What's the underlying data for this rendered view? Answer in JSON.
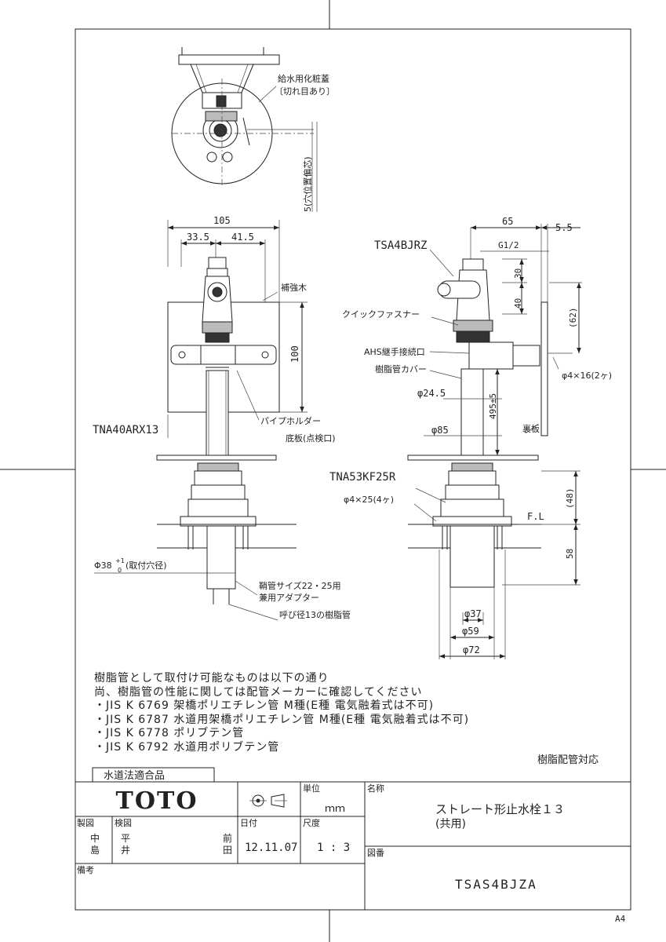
{
  "sheet": {
    "size": "A4"
  },
  "top_view": {
    "cover_label": "給水用化粧蓋",
    "cover_note": "〔切れ目あり〕",
    "offset_label": "5(穴位置偏芯)"
  },
  "front_view": {
    "dim_total": "105",
    "dim_left": "33.5",
    "dim_right": "41.5",
    "dim_height": "100",
    "reinforcement_label": "補強木",
    "pipe_holder_label": "パイプホルダー",
    "model_label": "TNA40ARX13",
    "base_plate_label": "底板(点検口)",
    "hole_dim": "Φ38",
    "hole_tol_upper": "+1",
    "hole_tol_lower": "0",
    "hole_note": "(取付穴径)",
    "adapter_label_1": "鞘管サイズ22・25用",
    "adapter_label_2": "兼用アダプター",
    "pipe_label": "呼び径13の樹脂管"
  },
  "side_view": {
    "model_label": "TSA4BJRZ",
    "dim_65": "65",
    "dim_5_5": "5.5",
    "thread": "G1/2",
    "dim_30": "30",
    "dim_40": "40",
    "dim_62": "(62)",
    "fastener_label": "クイックファスナー",
    "ahs_label": "AHS継手接続口",
    "cover_label": "樹脂管カバー",
    "screw_label": "φ4×16(2ヶ)",
    "dim_24_5": "φ24.5",
    "dim_495": "495±5",
    "dim_85": "φ85",
    "back_plate_label": "裏板",
    "model_label_2": "TNA53KF25R",
    "screw_label_2": "φ4×25(4ヶ)",
    "dim_48": "(48)",
    "fl_label": "F.L",
    "dim_58": "58",
    "dim_37": "φ37",
    "dim_59": "φ59",
    "dim_72": "φ72"
  },
  "notes": [
    "樹脂管として取付け可能なものは以下の通り",
    "尚、樹脂管の性能に関しては配管メーカーに確認してください",
    "・JIS K 6769 架橋ポリエチレン管 M種(E種 電気融着式は不可)",
    "・JIS K 6787 水道用架橋ポリエチレン管 M種(E種 電気融着式は不可)",
    "・JIS K 6778 ポリブテン管",
    "・JIS K 6792 水道用ポリブテン管"
  ],
  "resin_note": "樹脂配管対応",
  "title_block": {
    "compliance": "水道法適合品",
    "brand": "TOTO",
    "unit_label": "単位",
    "unit": "ｍｍ",
    "name_label": "名称",
    "name_line1": "ストレート形止水栓１３",
    "name_line2": "(共用)",
    "drawn_label": "製図",
    "drawn_1": "中",
    "drawn_2": "島",
    "checked_label": "検図",
    "checked_1": "平",
    "checked_2": "井",
    "checked_3": "前",
    "checked_4": "田",
    "date_label": "日付",
    "date": "12.11.07",
    "scale_label": "尺度",
    "scale": "1 : 3",
    "drawing_no_label": "図番",
    "drawing_no": "TSAS4BJZA",
    "remarks_label": "備考"
  }
}
